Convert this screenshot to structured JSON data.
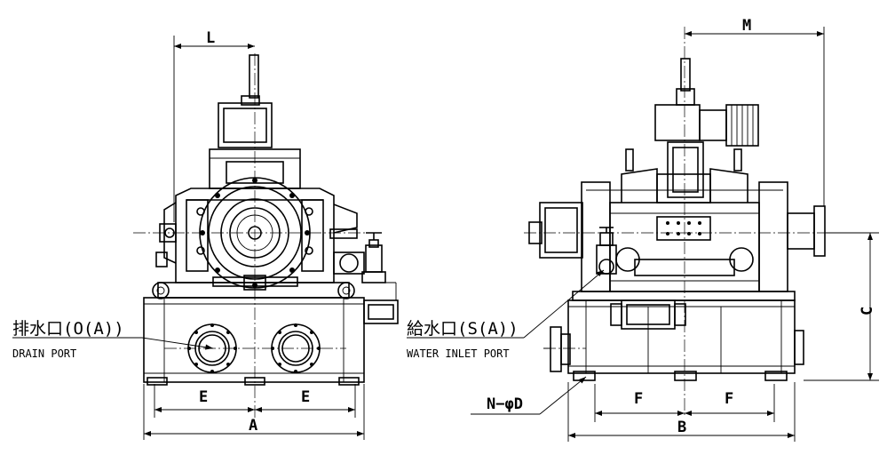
{
  "left_view": {
    "label_L": "L",
    "label_E_left": "E",
    "label_E_right": "E",
    "label_A": "A",
    "drain_jp": "排水口(O(A))",
    "drain_en": "DRAIN PORT"
  },
  "right_view": {
    "label_M": "M",
    "label_C": "C",
    "label_F_left": "F",
    "label_F_right": "F",
    "label_B": "B",
    "label_N": "N−φD",
    "inlet_jp": "給水口(S(A))",
    "inlet_en": "WATER INLET PORT"
  }
}
